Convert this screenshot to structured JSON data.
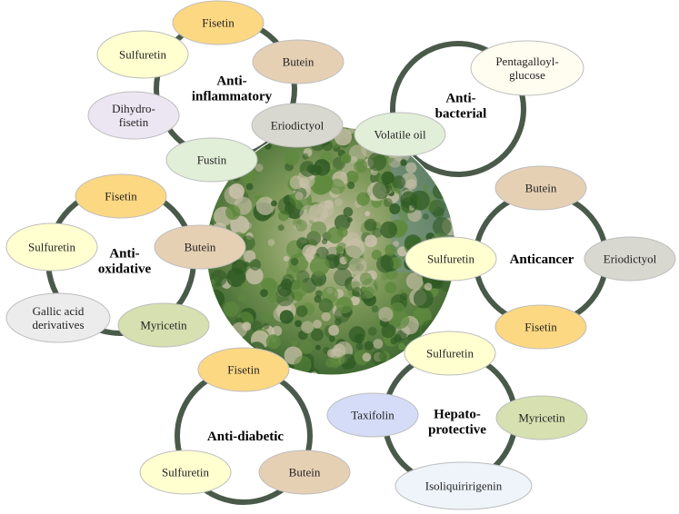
{
  "colors": {
    "ring": "#4a5a4a",
    "node_stroke": "#bdbdbd",
    "yellow_dark": "#fdd882",
    "yellow_light": "#ffffd0",
    "tan": "#e6d0b4",
    "gray": "#d8d8d0",
    "lavender": "#ece6f2",
    "mint": "#e2efd8",
    "olive": "#d6e0b0",
    "blue": "#d4dcf8",
    "light_blue": "#eef4fa",
    "cream": "#fffcf0",
    "light_gray": "#ececec",
    "photo_dark": "#2f5a23",
    "photo_mid": "#5f8a3e",
    "photo_light": "#c8c0a8",
    "photo_water": "#6f8e8e"
  },
  "center_image": {
    "icon": "smoke-tree-photo"
  },
  "clusters": [
    {
      "label_lines": [
        "Anti-",
        "inflammatory"
      ],
      "nodes": [
        {
          "label_lines": [
            "Fisetin"
          ],
          "fill": "yellow_dark"
        },
        {
          "label_lines": [
            "Butein"
          ],
          "fill": "tan"
        },
        {
          "label_lines": [
            "Eriodictyol"
          ],
          "fill": "gray"
        },
        {
          "label_lines": [
            "Fustin"
          ],
          "fill": "mint"
        },
        {
          "label_lines": [
            "Dihydro-",
            "fisetin"
          ],
          "fill": "lavender"
        },
        {
          "label_lines": [
            "Sulfuretin"
          ],
          "fill": "yellow_light"
        }
      ]
    },
    {
      "label_lines": [
        "Anti-",
        "bacterial"
      ],
      "nodes": [
        {
          "label_lines": [
            "Pentagalloyl-",
            "glucose"
          ],
          "fill": "cream"
        },
        {
          "label_lines": [
            "Volatile oil"
          ],
          "fill": "mint"
        }
      ]
    },
    {
      "label_lines": [
        "Anticancer"
      ],
      "nodes": [
        {
          "label_lines": [
            "Butein"
          ],
          "fill": "tan"
        },
        {
          "label_lines": [
            "Eriodictyol"
          ],
          "fill": "gray"
        },
        {
          "label_lines": [
            "Fisetin"
          ],
          "fill": "yellow_dark"
        },
        {
          "label_lines": [
            "Sulfuretin"
          ],
          "fill": "yellow_light"
        }
      ]
    },
    {
      "label_lines": [
        "Anti-",
        "oxidative"
      ],
      "nodes": [
        {
          "label_lines": [
            "Fisetin"
          ],
          "fill": "yellow_dark"
        },
        {
          "label_lines": [
            "Butein"
          ],
          "fill": "tan"
        },
        {
          "label_lines": [
            "Myricetin"
          ],
          "fill": "olive"
        },
        {
          "label_lines": [
            "Gallic acid",
            "derivatives"
          ],
          "fill": "light_gray"
        },
        {
          "label_lines": [
            "Sulfuretin"
          ],
          "fill": "yellow_light"
        }
      ]
    },
    {
      "label_lines": [
        "Hepato-",
        "protective"
      ],
      "nodes": [
        {
          "label_lines": [
            "Sulfuretin"
          ],
          "fill": "yellow_light"
        },
        {
          "label_lines": [
            "Myricetin"
          ],
          "fill": "olive"
        },
        {
          "label_lines": [
            "Isoliquiririgenin"
          ],
          "fill": "light_blue"
        },
        {
          "label_lines": [
            "Taxifolin"
          ],
          "fill": "blue"
        }
      ]
    },
    {
      "label_lines": [
        "Anti-diabetic"
      ],
      "nodes": [
        {
          "label_lines": [
            "Fisetin"
          ],
          "fill": "yellow_dark"
        },
        {
          "label_lines": [
            "Butein"
          ],
          "fill": "tan"
        },
        {
          "label_lines": [
            "Sulfuretin"
          ],
          "fill": "yellow_light"
        }
      ]
    }
  ]
}
